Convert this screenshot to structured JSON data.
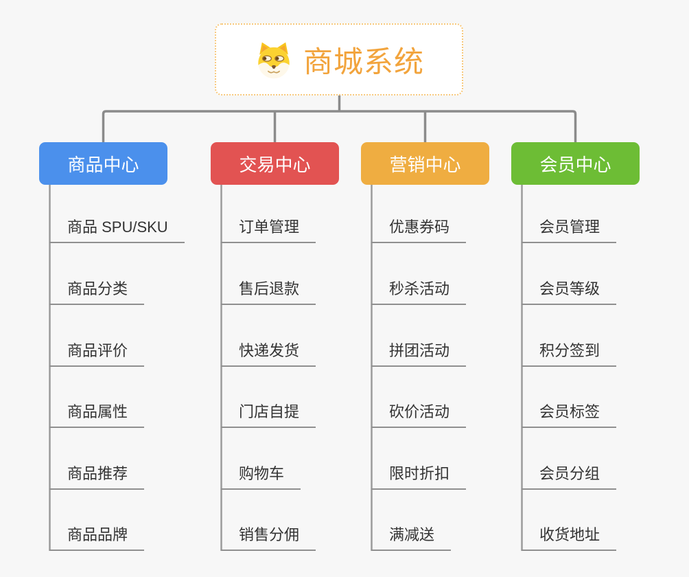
{
  "root": {
    "title": "商城系统",
    "icon": "doge-icon"
  },
  "branches": [
    {
      "label": "商品中心",
      "color": "#4B90EC",
      "children": [
        "商品 SPU/SKU",
        "商品分类",
        "商品评价",
        "商品属性",
        "商品推荐",
        "商品品牌"
      ]
    },
    {
      "label": "交易中心",
      "color": "#E25352",
      "children": [
        "订单管理",
        "售后退款",
        "快递发货",
        "门店自提",
        "购物车",
        "销售分佣"
      ]
    },
    {
      "label": "营销中心",
      "color": "#EFAD41",
      "children": [
        "优惠券码",
        "秒杀活动",
        "拼团活动",
        "砍价活动",
        "限时折扣",
        "满减送"
      ]
    },
    {
      "label": "会员中心",
      "color": "#6DBD35",
      "children": [
        "会员管理",
        "会员等级",
        "积分签到",
        "会员标签",
        "会员分组",
        "收货地址"
      ]
    }
  ],
  "colors": {
    "background": "#F7F7F7",
    "connector": "#8B8B8B",
    "leaf_line": "#9B9B9B",
    "leaf_underline": "#8F8F8F",
    "leaf_text": "#333333",
    "root_title": "#F2A43D",
    "root_border": "#F7C87B",
    "root_background": "#FFFFFF"
  }
}
